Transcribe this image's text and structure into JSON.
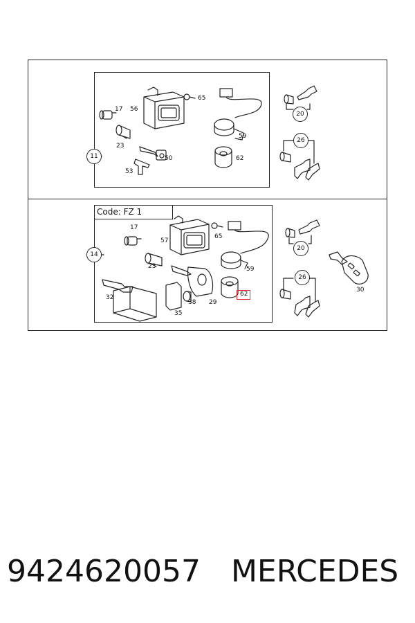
{
  "code_label": "Code: FZ 1",
  "group_top": "11",
  "group_bottom": "14",
  "labels_top": {
    "l17": "17",
    "l56": "56",
    "l65": "65",
    "l59": "59",
    "l23": "23",
    "l50": "50",
    "l53": "53",
    "l62": "62",
    "l20": "20",
    "l26": "26"
  },
  "labels_bottom": {
    "l17": "17",
    "l57": "57",
    "l65": "65",
    "l59": "59",
    "l23": "23",
    "l32": "32",
    "l38": "38",
    "l29": "29",
    "l35": "35",
    "l62": "62",
    "l20": "20",
    "l26": "26",
    "l30": "30"
  },
  "highlight_color": "#e0262b",
  "footer": {
    "part_number": "9424620057",
    "brand": "MERCEDES"
  }
}
